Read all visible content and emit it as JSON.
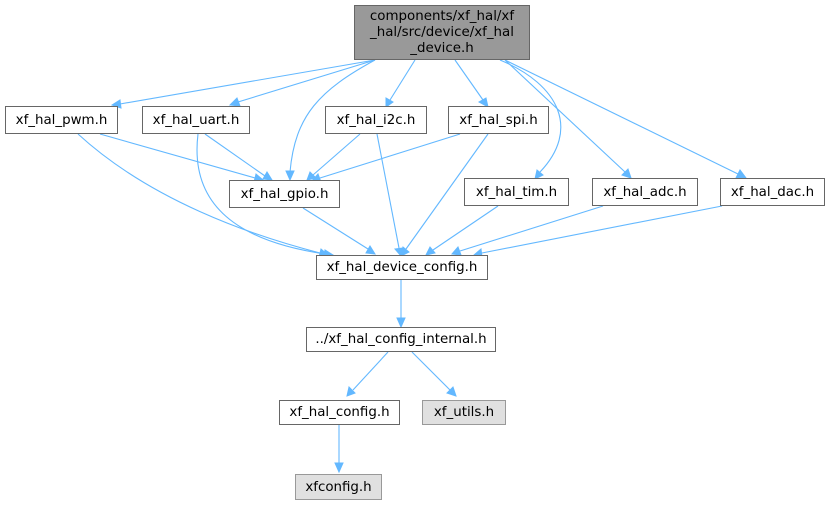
{
  "graph": {
    "edge_color": "#63b8ff",
    "nodes": {
      "root": {
        "lines": [
          "components/xf_hal/xf",
          "_hal/src/device/xf_hal",
          "_device.h"
        ],
        "fill": "#999999"
      },
      "pwm": {
        "label": "xf_hal_pwm.h"
      },
      "uart": {
        "label": "xf_hal_uart.h"
      },
      "i2c": {
        "label": "xf_hal_i2c.h"
      },
      "spi": {
        "label": "xf_hal_spi.h"
      },
      "gpio": {
        "label": "xf_hal_gpio.h"
      },
      "tim": {
        "label": "xf_hal_tim.h"
      },
      "adc": {
        "label": "xf_hal_adc.h"
      },
      "dac": {
        "label": "xf_hal_dac.h"
      },
      "devcfg": {
        "label": "xf_hal_device_config.h"
      },
      "internal": {
        "label": "../xf_hal_config_internal.h"
      },
      "halcfg": {
        "label": "xf_hal_config.h"
      },
      "utils": {
        "label": "xf_utils.h",
        "fill": "#e0e0e0"
      },
      "xfconfig": {
        "label": "xfconfig.h",
        "fill": "#e0e0e0"
      }
    }
  }
}
